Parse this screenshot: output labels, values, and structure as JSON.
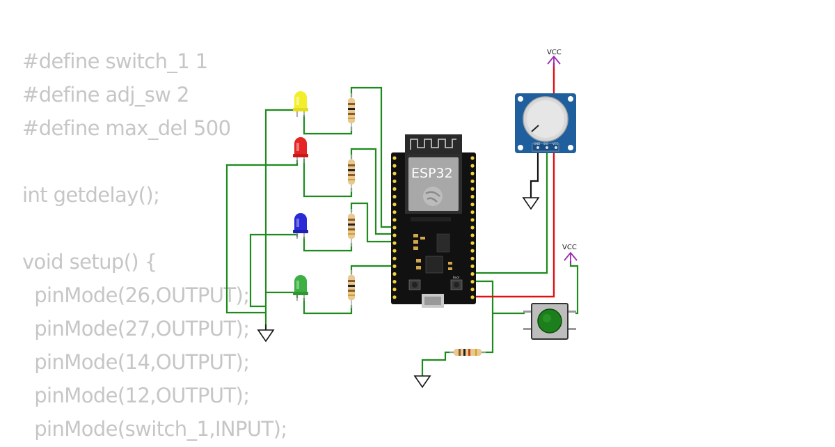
{
  "code_lines": [
    "#define switch_1 1",
    "#define adj_sw 2",
    "#define max_del 500",
    "",
    "int getdelay();",
    "",
    "void setup() {",
    "  pinMode(26,OUTPUT);",
    "  pinMode(27,OUTPUT);",
    "  pinMode(14,OUTPUT);",
    "  pinMode(12,OUTPUT);",
    "  pinMode(switch_1,INPUT);"
  ],
  "board": {
    "label": "ESP32",
    "boot_label": "Boot"
  },
  "power": {
    "vcc_pot": "VCC",
    "vcc_button": "VCC"
  },
  "pot_pins": {
    "gnd": "GND",
    "sig": "SIG",
    "vcc": "VCC"
  },
  "leds": [
    {
      "name": "yellow",
      "color": "#f2ee2a"
    },
    {
      "name": "red",
      "color": "#e52424"
    },
    {
      "name": "blue",
      "color": "#2b2bd6"
    },
    {
      "name": "green",
      "color": "#3cb043"
    }
  ],
  "colors": {
    "wire": "#1e8a1e",
    "power_wire": "#e01010",
    "vcc_arrow": "#9b27b0",
    "pcb": "#111111",
    "pot_board": "#1f5f9e",
    "code_text": "#c6c6c6"
  }
}
